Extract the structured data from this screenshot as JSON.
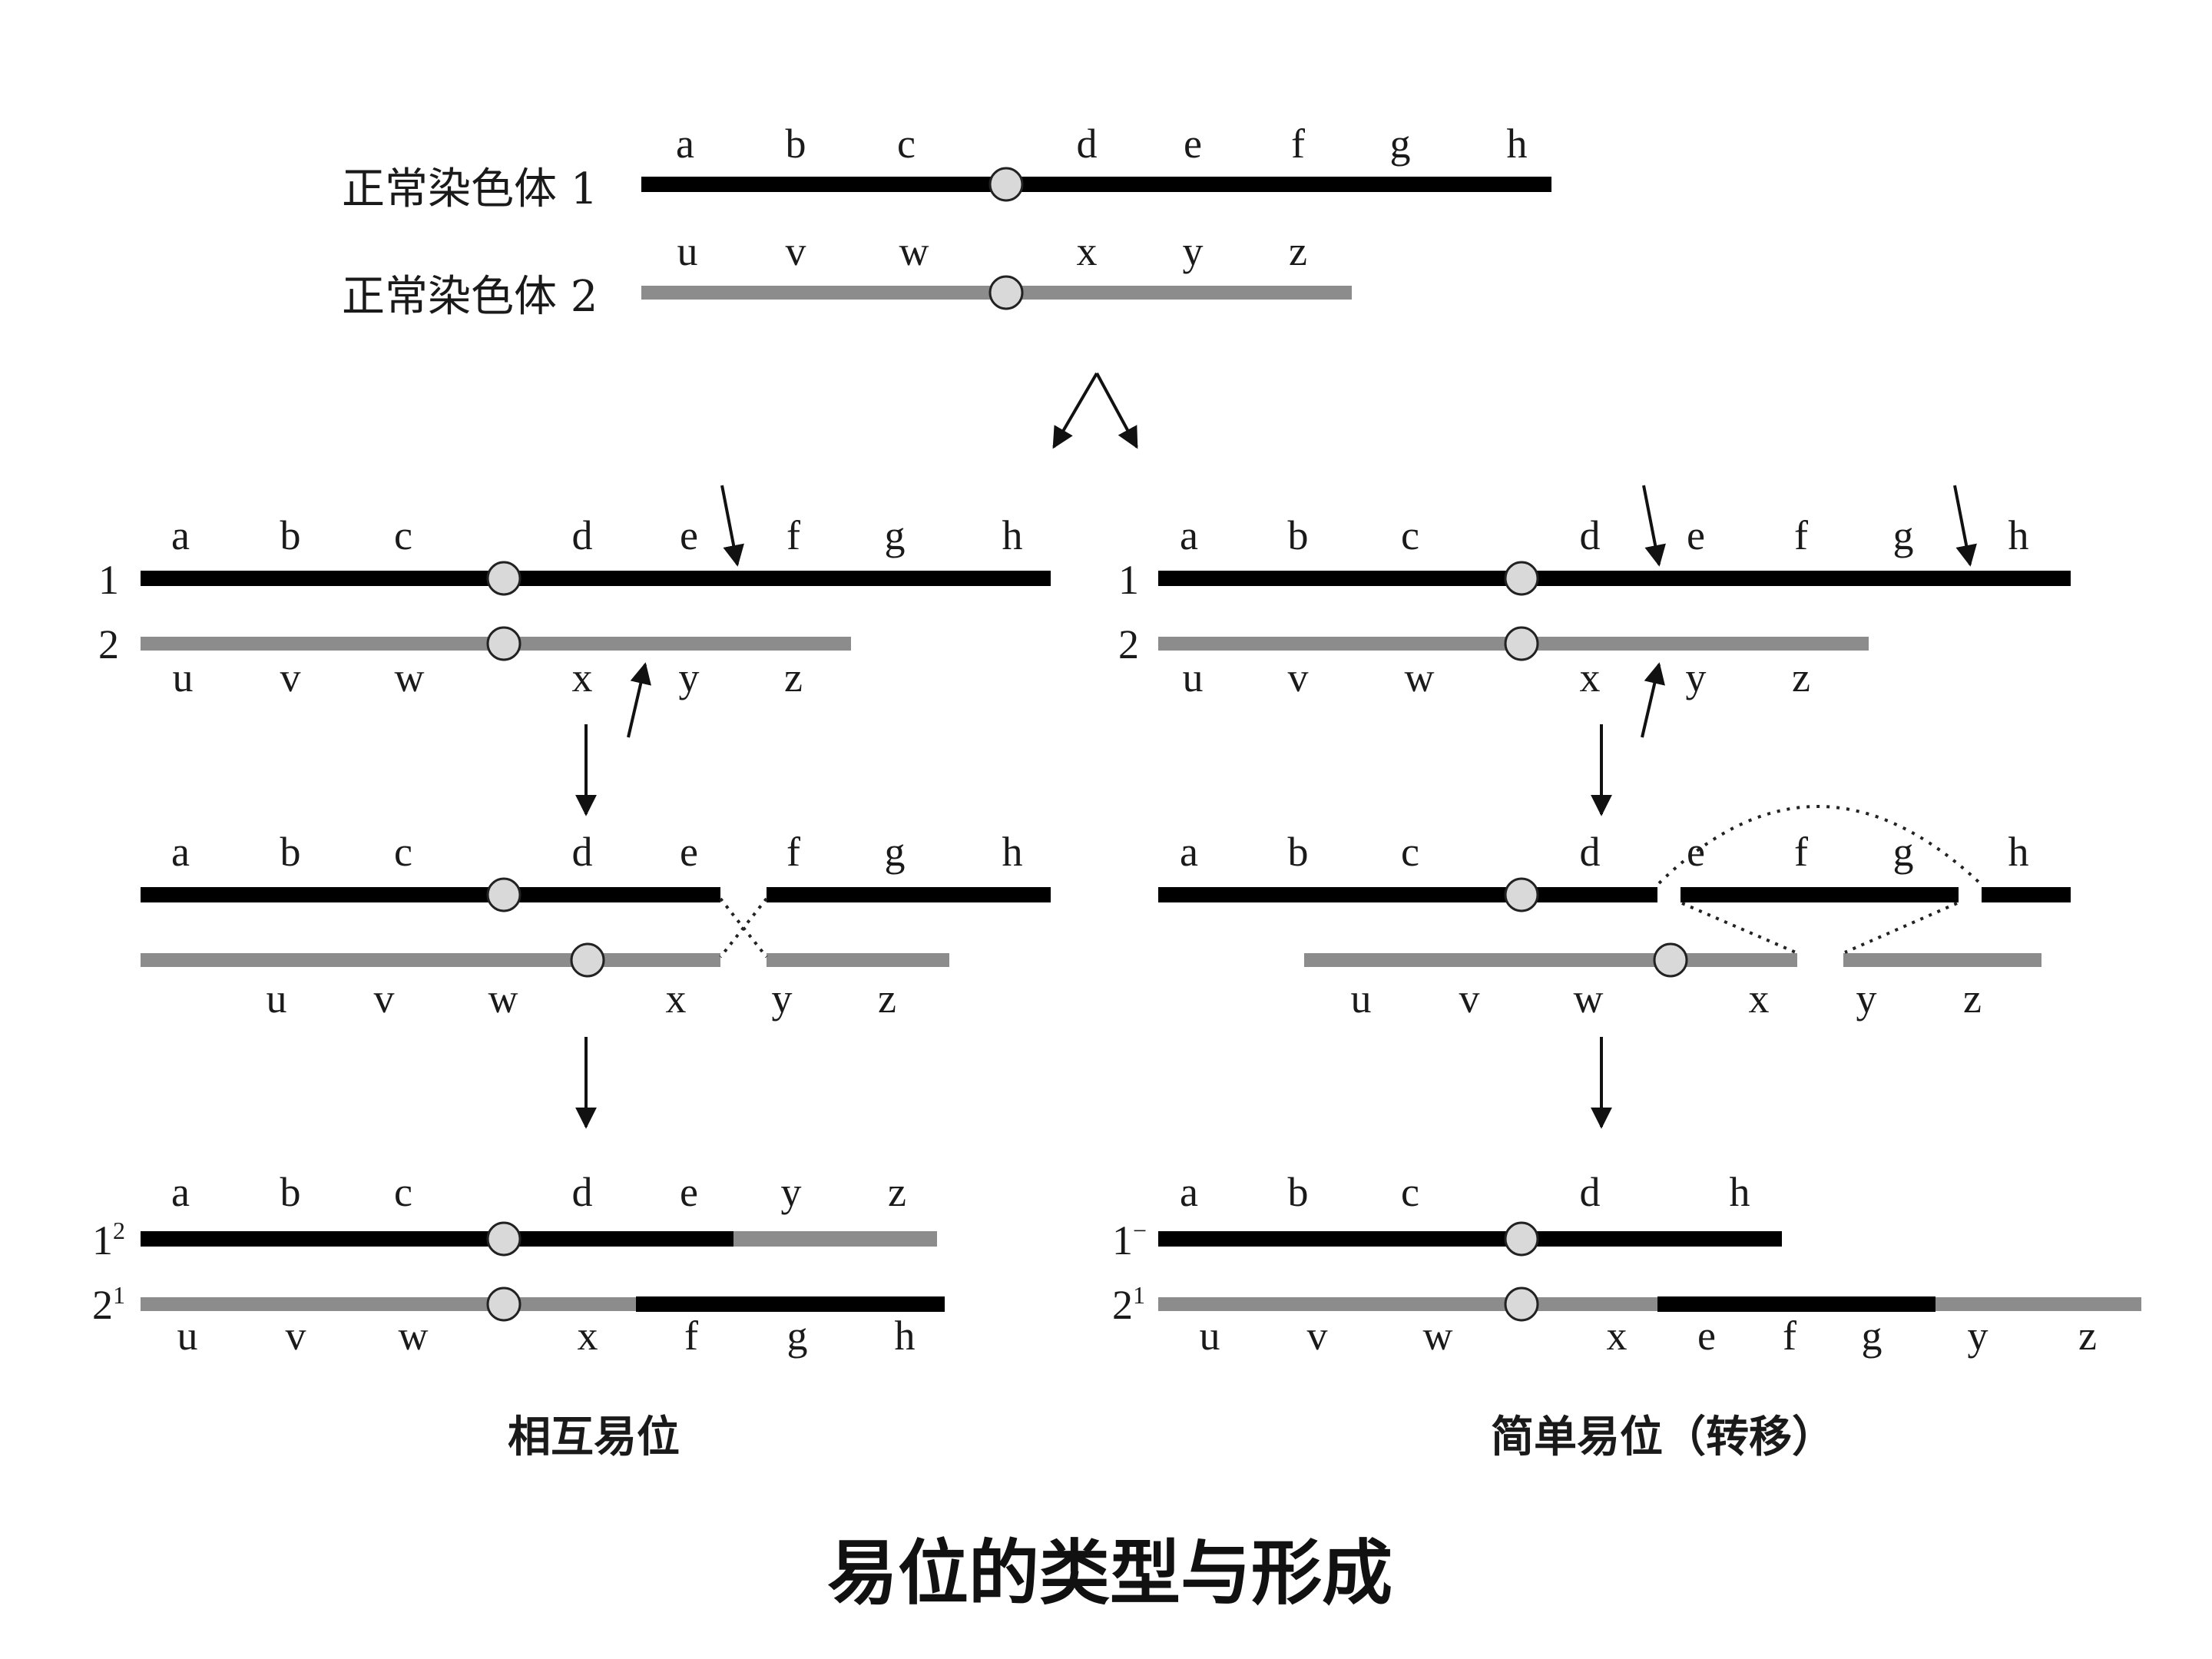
{
  "title": "易位的类型与形成",
  "colors": {
    "chrom1": "#000000",
    "chrom2": "#8c8c8c",
    "centromere": "#d9d9d9",
    "text": "#1a1a1a"
  },
  "top": {
    "chrom1_label": "正常染色体 1",
    "chrom2_label": "正常染色体 2",
    "chrom1_genes": [
      "a",
      "b",
      "c",
      "d",
      "e",
      "f",
      "g",
      "h"
    ],
    "chrom2_genes": [
      "u",
      "v",
      "w",
      "x",
      "y",
      "z"
    ]
  },
  "left": {
    "caption": "相互易位",
    "step1": {
      "label1": "1",
      "label2": "2",
      "genes1": [
        "a",
        "b",
        "c",
        "d",
        "e",
        "f",
        "g",
        "h"
      ],
      "genes2": [
        "u",
        "v",
        "w",
        "x",
        "y",
        "z"
      ]
    },
    "step2": {
      "genes1": [
        "a",
        "b",
        "c",
        "d",
        "e",
        "f",
        "g",
        "h"
      ],
      "genes2": [
        "u",
        "v",
        "w",
        "x",
        "y",
        "z"
      ]
    },
    "step3": {
      "label1": "1",
      "label1_sup": "2",
      "label2": "2",
      "label2_sup": "1",
      "genes1": [
        "a",
        "b",
        "c",
        "d",
        "e",
        "y",
        "z"
      ],
      "genes2": [
        "u",
        "v",
        "w",
        "x",
        "f",
        "g",
        "h"
      ]
    }
  },
  "right": {
    "caption": "简单易位（转移）",
    "step1": {
      "label1": "1",
      "label2": "2",
      "genes1": [
        "a",
        "b",
        "c",
        "d",
        "e",
        "f",
        "g",
        "h"
      ],
      "genes2": [
        "u",
        "v",
        "w",
        "x",
        "y",
        "z"
      ]
    },
    "step2": {
      "genes1": [
        "a",
        "b",
        "c",
        "d",
        "e",
        "f",
        "g",
        "h"
      ],
      "genes2": [
        "u",
        "v",
        "w",
        "x",
        "y",
        "z"
      ]
    },
    "step3": {
      "label1": "1",
      "label1_sup": "−",
      "label2": "2",
      "label2_sup": "1",
      "genes1": [
        "a",
        "b",
        "c",
        "d",
        "h"
      ],
      "genes2": [
        "u",
        "v",
        "w",
        "x",
        "e",
        "f",
        "g",
        "y",
        "z"
      ]
    }
  }
}
